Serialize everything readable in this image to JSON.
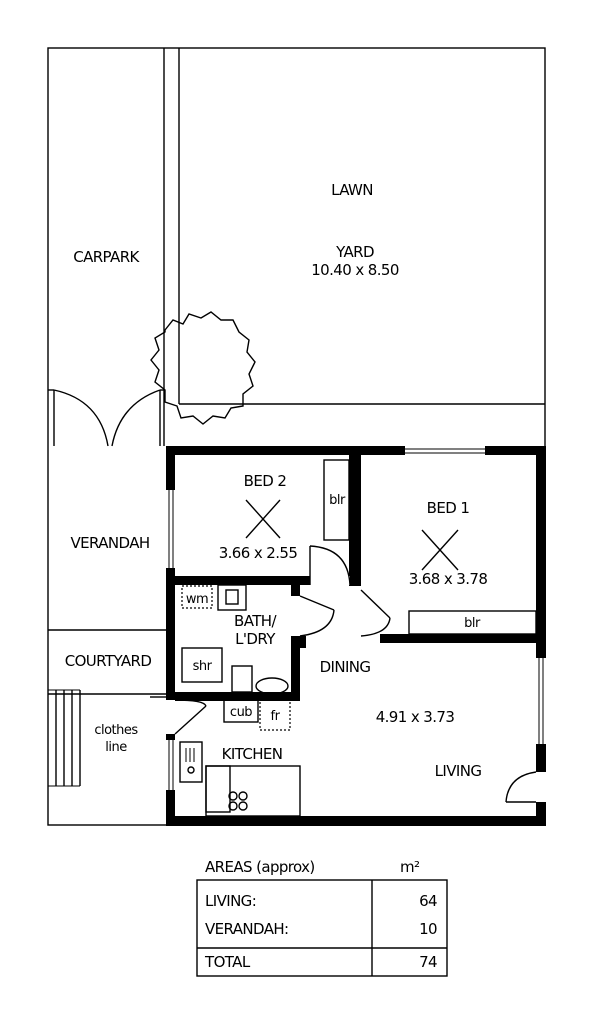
{
  "rooms": {
    "lawn": "LAWN",
    "yard": "YARD",
    "yard_dims": "10.40 x 8.50",
    "carpark": "CARPARK",
    "verandah": "VERANDAH",
    "courtyard": "COURTYARD",
    "clothes_line_1": "clothes",
    "clothes_line_2": "line",
    "bed2": "BED 2",
    "bed2_dims": "3.66 x 2.55",
    "bed1": "BED 1",
    "bed1_dims": "3.68 x 3.78",
    "blr1": "blr",
    "blr2": "blr",
    "wm": "wm",
    "bath": "BATH/",
    "ldry": "L'DRY",
    "shr": "shr",
    "dining": "DINING",
    "living_dims": "4.91 x 3.73",
    "cub": "cub",
    "fr": "fr",
    "kitchen": "KITCHEN",
    "living": "LIVING"
  },
  "areas": {
    "title": "AREAS (approx)",
    "unit": "m²",
    "rows": [
      {
        "label": "LIVING:",
        "value": "64"
      },
      {
        "label": "VERANDAH:",
        "value": "10"
      }
    ],
    "total_label": "TOTAL",
    "total_value": "74"
  }
}
